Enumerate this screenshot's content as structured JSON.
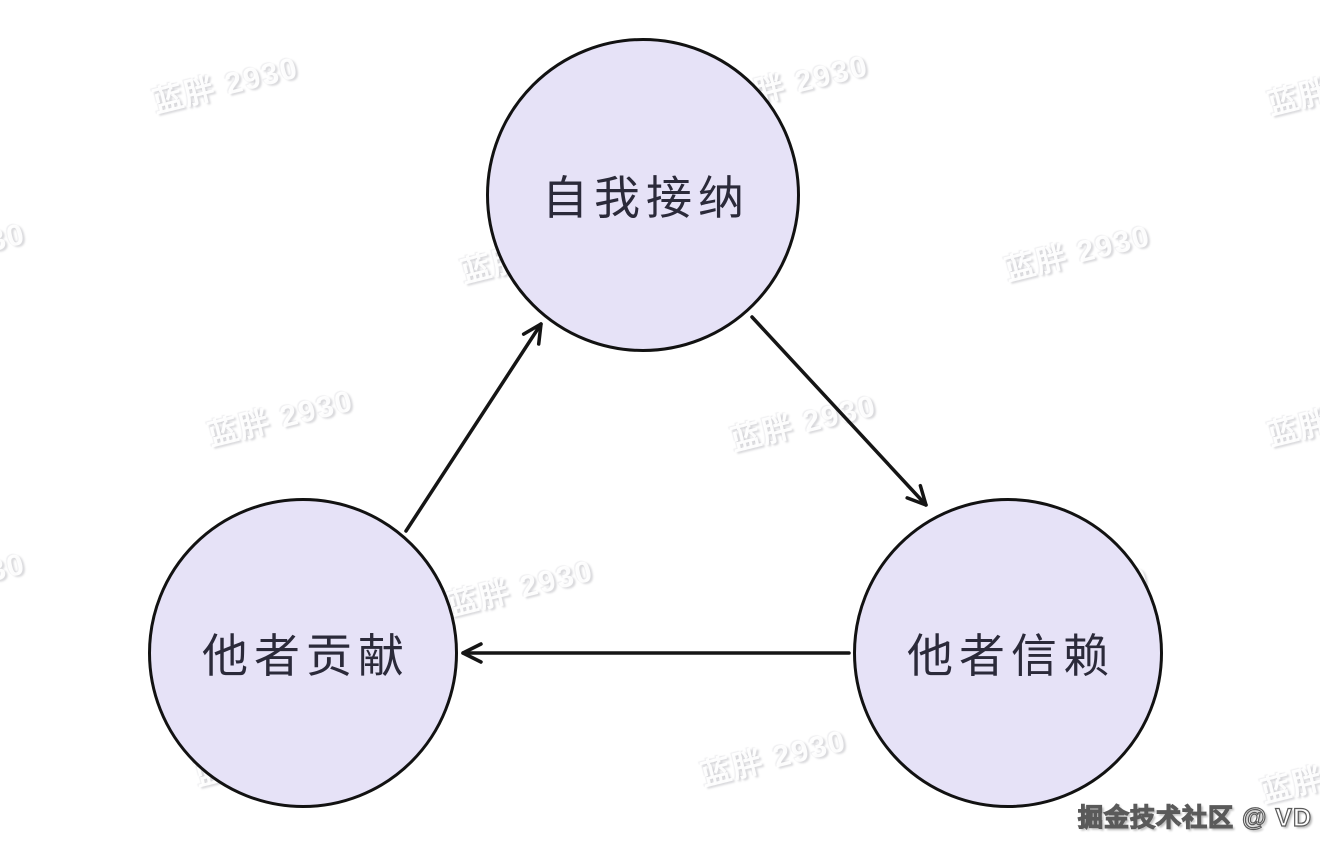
{
  "diagram": {
    "nodes": [
      {
        "id": "self-acceptance",
        "label": "自我接纳"
      },
      {
        "id": "contribution-to-others",
        "label": "他者贡献"
      },
      {
        "id": "trust-in-others",
        "label": "他者信赖"
      }
    ],
    "edges": [
      {
        "from": "contribution-to-others",
        "to": "self-acceptance"
      },
      {
        "from": "self-acceptance",
        "to": "trust-in-others"
      },
      {
        "from": "trust-in-others",
        "to": "contribution-to-others"
      }
    ]
  },
  "watermark": {
    "text": "蓝胖 2930"
  },
  "credit": {
    "text": "掘金技术社区 @ VD"
  },
  "colors": {
    "node_fill": "#e6e2f7",
    "node_border": "#121212",
    "node_text": "#2b2a3a",
    "arrow": "#151515",
    "background": "#ffffff"
  }
}
